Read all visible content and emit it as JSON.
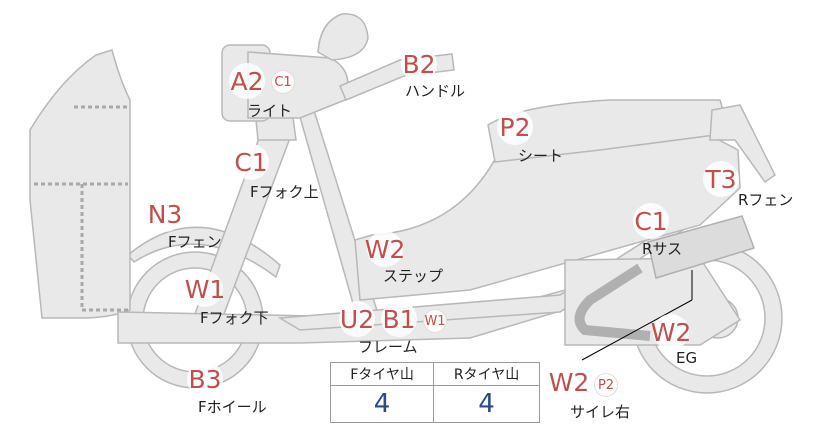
{
  "theme": {
    "grade_color": "#c0504d",
    "value_color": "#2a4a8a"
  },
  "markers": [
    {
      "id": "light",
      "grade": "A2",
      "sub": "C1",
      "label": "ライト"
    },
    {
      "id": "handle",
      "grade": "B2",
      "sub": "",
      "label": "ハンドル"
    },
    {
      "id": "seat",
      "grade": "P2",
      "sub": "",
      "label": "シート"
    },
    {
      "id": "fork-upper",
      "grade": "C1",
      "sub": "",
      "label": "Fフォク上"
    },
    {
      "id": "rear-fender",
      "grade": "T3",
      "sub": "",
      "label": "Rフェン"
    },
    {
      "id": "front-fender",
      "grade": "N3",
      "sub": "",
      "label": "Fフェン"
    },
    {
      "id": "rear-shock",
      "grade": "C1",
      "sub": "",
      "label": "Rサス"
    },
    {
      "id": "step",
      "grade": "W2",
      "sub": "",
      "label": "ステップ"
    },
    {
      "id": "fork-lower",
      "grade": "W1",
      "sub": "",
      "label": "Fフォク下"
    },
    {
      "id": "frame",
      "grade": "U2",
      "grade2": "B1",
      "sub": "W1",
      "label": "フレーム"
    },
    {
      "id": "engine",
      "grade": "W2",
      "sub": "",
      "label": "EG"
    },
    {
      "id": "front-wheel",
      "grade": "B3",
      "sub": "",
      "label": "Fホイール"
    },
    {
      "id": "muffler",
      "grade": "W2",
      "sub": "P2",
      "label": "サイレ右"
    }
  ],
  "tread_table": {
    "headers": [
      "Fタイヤ山",
      "Rタイヤ山"
    ],
    "values": [
      "4",
      "4"
    ]
  }
}
